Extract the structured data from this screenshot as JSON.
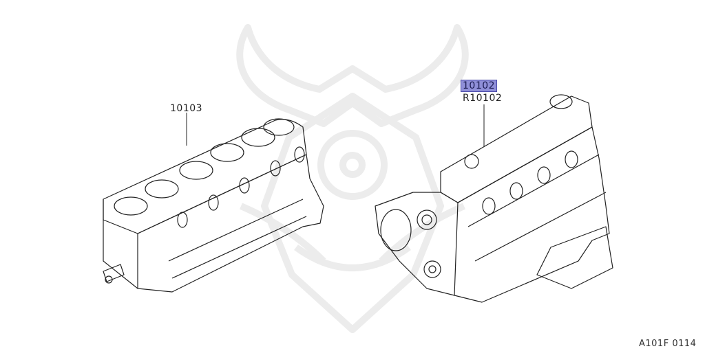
{
  "diagram": {
    "type": "exploded parts illustration",
    "subject": "Engine assembly",
    "callouts": [
      {
        "id": "10103",
        "label": "10103",
        "part": "short-engine-block",
        "highlighted": false
      },
      {
        "id": "10102",
        "label": "10102",
        "part": "bare-engine-assembly",
        "highlighted": true
      },
      {
        "id": "R10102",
        "label": "R10102",
        "part": "bare-engine-assembly-reman",
        "highlighted": false
      }
    ],
    "figure_code": "A101F 0114",
    "highlight_color": "#8f8fd8",
    "highlight_border": "#4a4aa8",
    "line_color": "#222222",
    "watermark_color": "#ececec"
  }
}
